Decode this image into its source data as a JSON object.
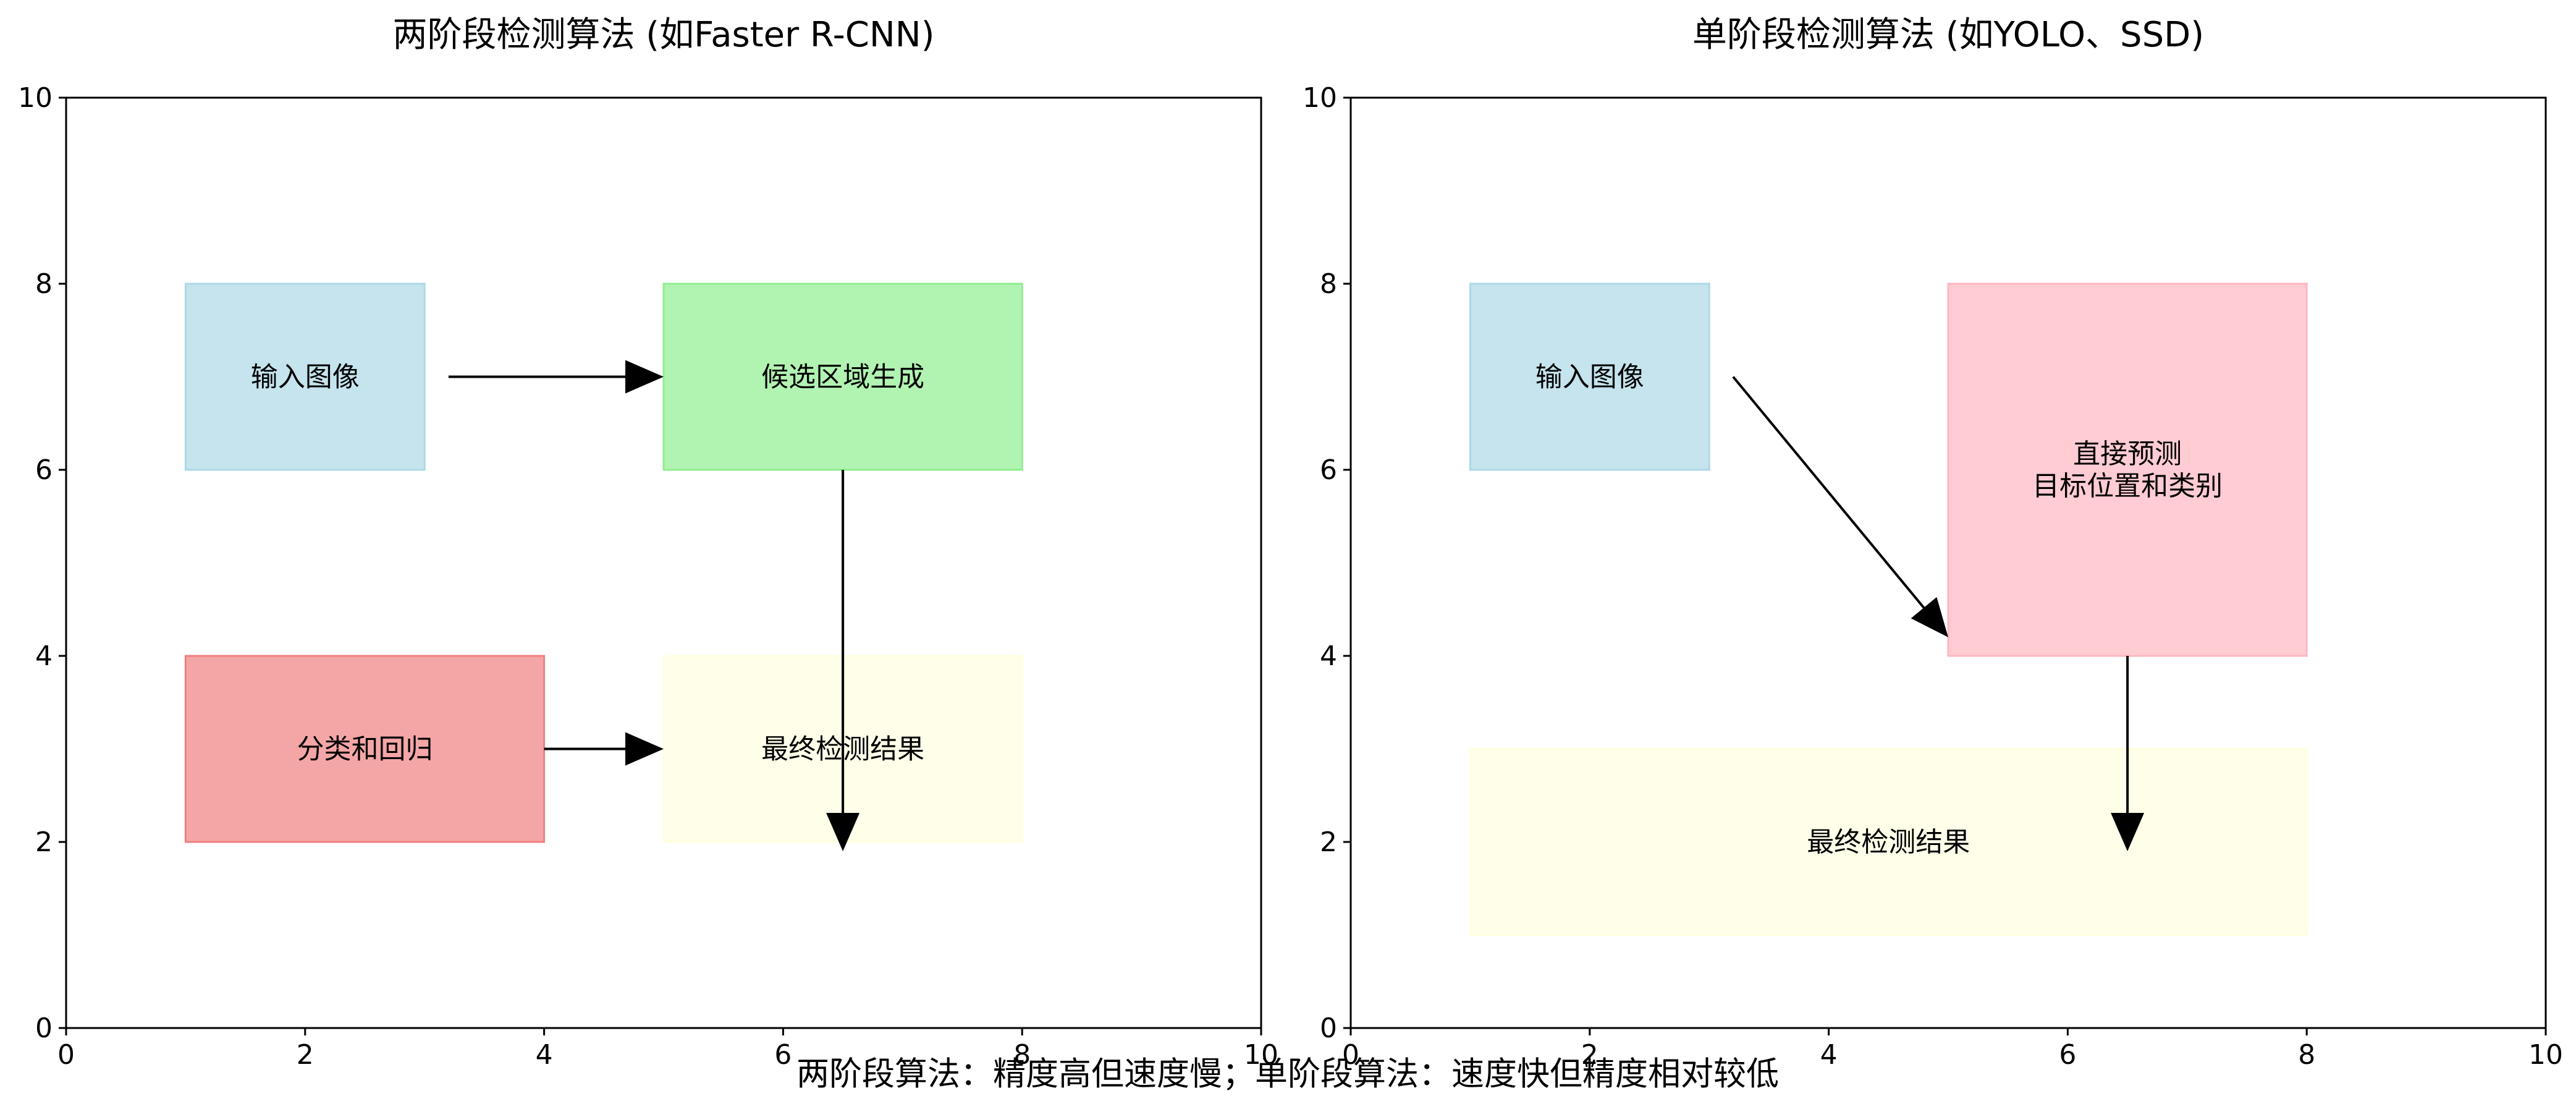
{
  "caption": "两阶段算法：精度高但速度慢；单阶段算法：速度快但精度相对较低",
  "panels": [
    {
      "title": "两阶段检测算法 (如Faster R-CNN)",
      "xlim": [
        0,
        10
      ],
      "ylim": [
        0,
        10
      ],
      "x_ticks": [
        "0",
        "2",
        "4",
        "6",
        "8",
        "10"
      ],
      "y_ticks": [
        "0",
        "2",
        "4",
        "6",
        "8",
        "10"
      ],
      "boxes": [
        {
          "label": [
            "输入图像"
          ],
          "x0": 1,
          "x1": 3,
          "y0": 6,
          "y1": 8,
          "color": "#add8e6"
        },
        {
          "label": [
            "候选区域生成"
          ],
          "x0": 5,
          "x1": 8,
          "y0": 6,
          "y1": 8,
          "color": "#90ee90"
        },
        {
          "label": [
            "分类和回归"
          ],
          "x0": 1,
          "x1": 4,
          "y0": 2,
          "y1": 4,
          "color": "#f08080"
        },
        {
          "label": [
            "最终检测结果"
          ],
          "x0": 5,
          "x1": 8,
          "y0": 2,
          "y1": 4,
          "color": "#ffffe0"
        }
      ],
      "arrows": [
        {
          "from": [
            3.2,
            7
          ],
          "to": [
            5,
            7
          ]
        },
        {
          "from": [
            6.5,
            6
          ],
          "to": [
            6.5,
            1.9
          ]
        },
        {
          "from": [
            4,
            3
          ],
          "to": [
            5,
            3
          ]
        }
      ]
    },
    {
      "title": "单阶段检测算法 (如YOLO、SSD)",
      "xlim": [
        0,
        10
      ],
      "ylim": [
        0,
        10
      ],
      "x_ticks": [
        "0",
        "2",
        "4",
        "6",
        "8",
        "10"
      ],
      "y_ticks": [
        "0",
        "2",
        "4",
        "6",
        "8",
        "10"
      ],
      "boxes": [
        {
          "label": [
            "输入图像"
          ],
          "x0": 1,
          "x1": 3,
          "y0": 6,
          "y1": 8,
          "color": "#add8e6"
        },
        {
          "label": [
            "直接预测",
            "目标位置和类别"
          ],
          "x0": 5,
          "x1": 8,
          "y0": 4,
          "y1": 8,
          "color": "#ffb6c1"
        },
        {
          "label": [
            "最终检测结果"
          ],
          "x0": 1,
          "x1": 8,
          "y0": 1,
          "y1": 3,
          "color": "#ffffe0"
        }
      ],
      "arrows": [
        {
          "from": [
            3.2,
            7
          ],
          "to": [
            5,
            4.2
          ]
        },
        {
          "from": [
            6.5,
            4
          ],
          "to": [
            6.5,
            1.9
          ]
        }
      ]
    }
  ]
}
